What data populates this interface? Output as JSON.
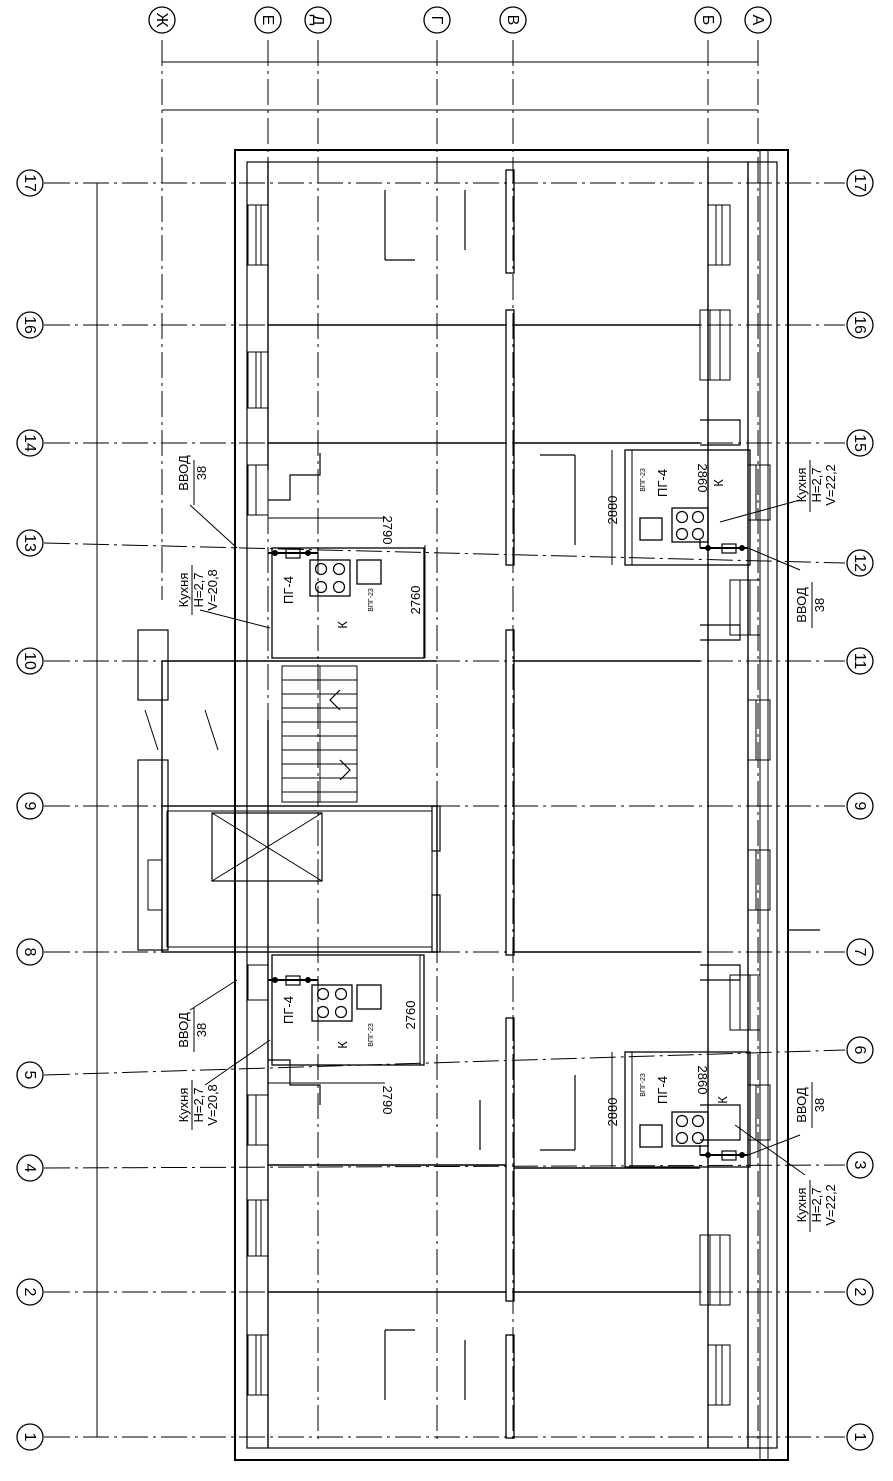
{
  "grid": {
    "letters": [
      "Ж",
      "Е",
      "Д",
      "Г",
      "В",
      "Б",
      "А"
    ],
    "left_numbers": [
      "17",
      "16",
      "14",
      "13",
      "10",
      "9",
      "8",
      "5",
      "4",
      "2",
      "1"
    ],
    "right_numbers": [
      "17",
      "16",
      "15",
      "12",
      "11",
      "9",
      "7",
      "6",
      "3",
      "2",
      "1"
    ]
  },
  "kitchens": [
    {
      "title": "Кухня",
      "h": "H=2,7",
      "v": "V=20,8",
      "stove": "ПГ-4",
      "room": "К",
      "heater": "ВПГ-23",
      "inlet": "ВВОД",
      "inlet_size": "38",
      "dim_a": "2790",
      "dim_b": "2760"
    },
    {
      "title": "Кухня",
      "h": "H=2,7",
      "v": "V=20,8",
      "stove": "ПГ-4",
      "room": "К",
      "heater": "ВПГ-23",
      "inlet": "ВВОД",
      "inlet_size": "38",
      "dim_a": "2790",
      "dim_b": "2760"
    },
    {
      "title": "Кухня",
      "h": "H=2,7",
      "v": "V=22,2",
      "stove": "ПГ-4",
      "room": "К",
      "heater": "ВПГ-23",
      "inlet": "ВВОД",
      "inlet_size": "38",
      "dim_a": "2880",
      "dim_b": "2860"
    },
    {
      "title": "Кухня",
      "h": "H=2,7",
      "v": "V=22,2",
      "stove": "ПГ-4",
      "room": "К",
      "heater": "ВПГ-23",
      "inlet": "ВВОД",
      "inlet_size": "38",
      "dim_a": "2880",
      "dim_b": "2860"
    }
  ]
}
